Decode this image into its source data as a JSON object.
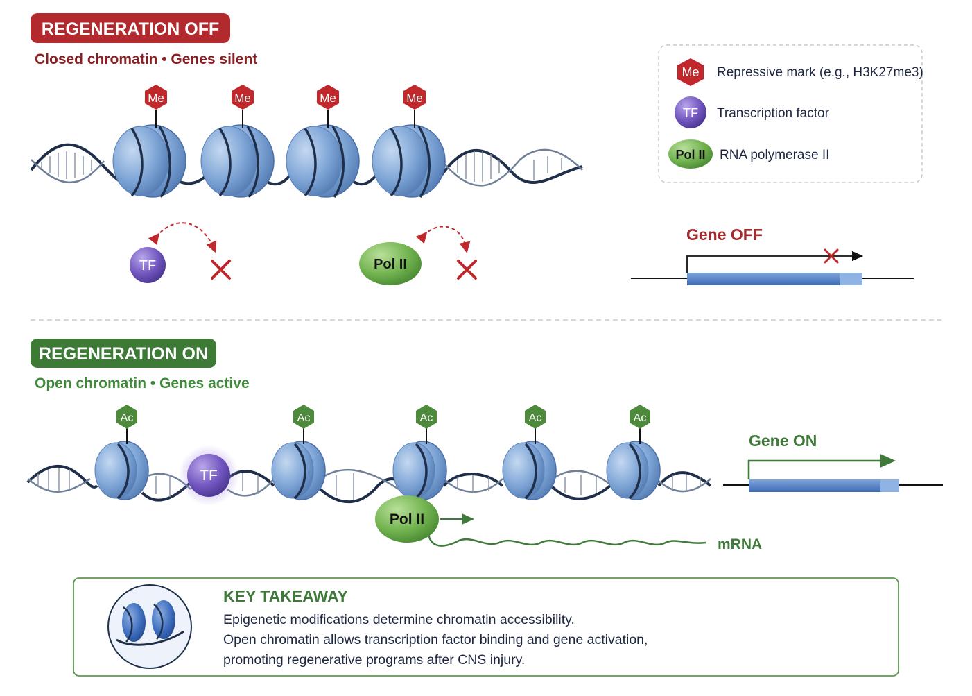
{
  "off": {
    "badge": "REGENERATION OFF",
    "subtitle": "Closed chromatin • Genes silent",
    "mark": "Me",
    "gene_label": "Gene OFF",
    "tf": "TF",
    "pol": "Pol II"
  },
  "on": {
    "badge": "REGENERATION ON",
    "subtitle": "Open chromatin • Genes active",
    "mark": "Ac",
    "gene_label": "Gene ON",
    "tf": "TF",
    "pol": "Pol II",
    "mrna": "mRNA"
  },
  "legend": {
    "items": [
      {
        "symbol": "Me",
        "label": "Repressive mark (e.g., H3K27me3)"
      },
      {
        "symbol": "TF",
        "label": "Transcription factor"
      },
      {
        "symbol": "Pol II",
        "label": "RNA polymerase II"
      }
    ]
  },
  "takeaway": {
    "title": "KEY TAKEAWAY",
    "lines": [
      "Epigenetic modifications determine chromatin accessibility.",
      "Open chromatin allows transcription factor binding and gene activation,",
      "promoting regenerative programs after CNS injury."
    ]
  },
  "colors": {
    "off_red": "#a52a2e",
    "on_green": "#3f7a3a",
    "nucleosome_blue": "#7fa6d6",
    "tf_purple": "#6a4fb0",
    "pol_green": "#6aab4c",
    "dna_dark": "#1f2f4a"
  }
}
